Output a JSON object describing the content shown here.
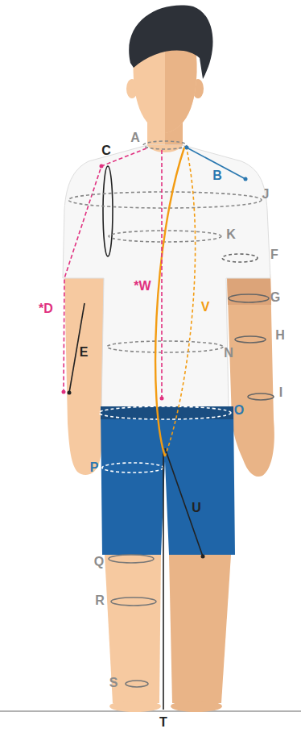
{
  "diagram": {
    "labels": [
      "A",
      "C",
      "B",
      "J",
      "K",
      "F",
      "*D",
      "*W",
      "V",
      "G",
      "E",
      "H",
      "N",
      "I",
      "O",
      "P",
      "U",
      "Q",
      "R",
      "S",
      "T"
    ]
  }
}
